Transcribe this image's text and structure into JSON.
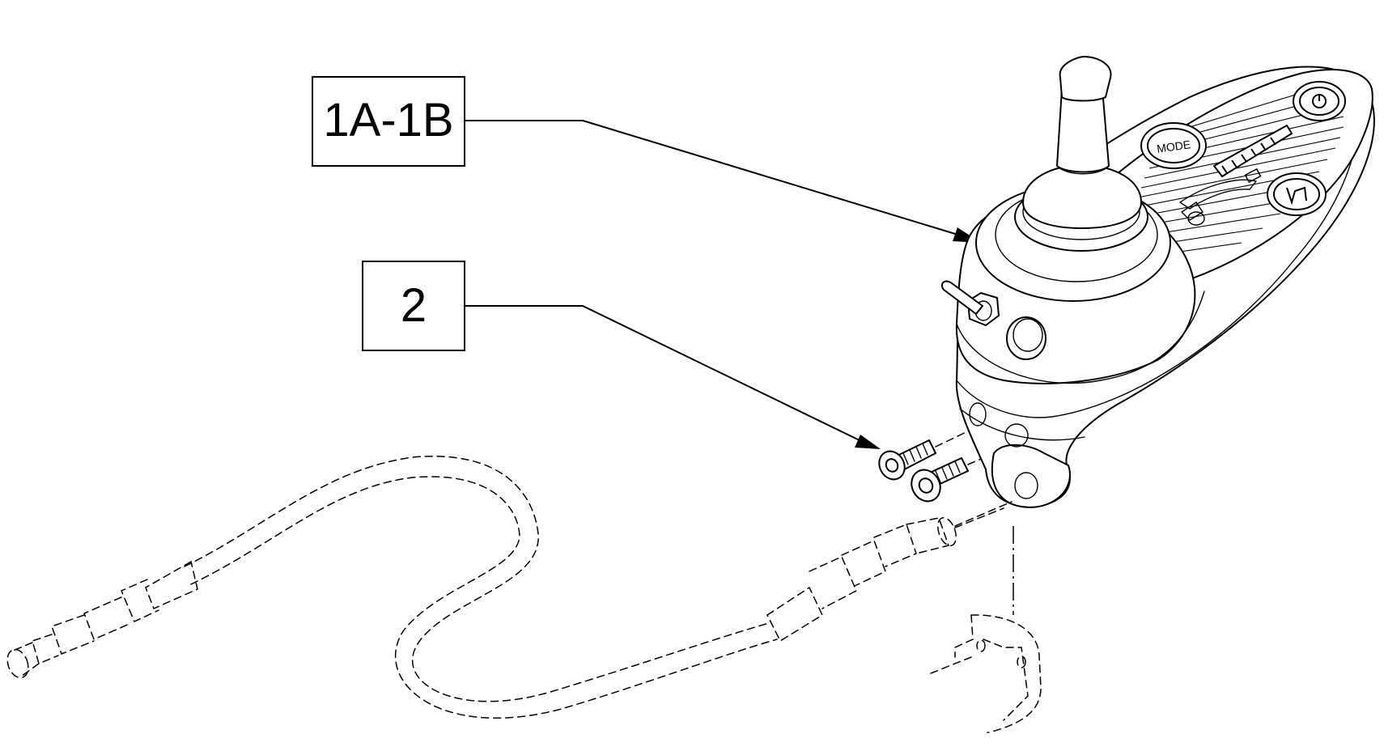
{
  "callouts": [
    {
      "id": "1A-1B",
      "label": "1A-1B"
    },
    {
      "id": "2",
      "label": "2"
    }
  ],
  "controller_buttons": {
    "power_label": "",
    "mode_label": "MODE"
  }
}
